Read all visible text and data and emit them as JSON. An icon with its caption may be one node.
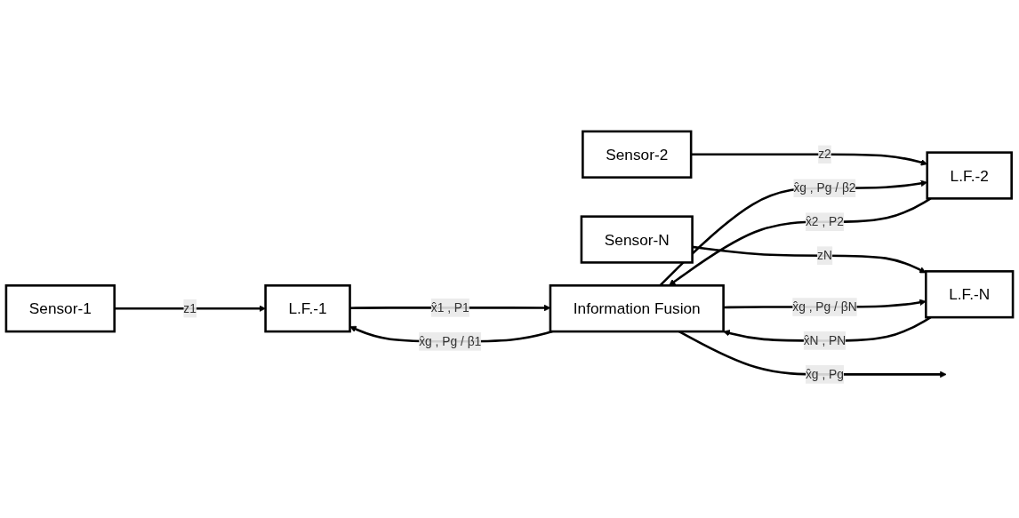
{
  "diagram": {
    "nodes": [
      {
        "text": [
          "Sensor-1"
        ]
      },
      {
        "text": [
          "L.F.-1"
        ]
      },
      {
        "text": [
          "Information Fusion"
        ]
      },
      {
        "text": [
          "Sensor-2"
        ]
      },
      {
        "text": [
          "L.F.-2"
        ]
      },
      {
        "text": [
          "Sensor-N"
        ]
      },
      {
        "text": [
          "L.F.-N"
        ]
      }
    ],
    "edges": [
      {
        "from": 0,
        "to": 1,
        "arrow": "to",
        "label": "z1"
      },
      {
        "from": 1,
        "to": 2,
        "arrow": "to",
        "label": "x̂1 , P1"
      },
      {
        "from": 2,
        "to": 1,
        "arrow": "to",
        "label": "x̂g , Pg / β1"
      },
      {
        "from": 3,
        "to": 4,
        "arrow": "to",
        "label": "z2"
      },
      {
        "from": 4,
        "to": 2,
        "arrow": "to",
        "label": "x̂2 , P2"
      },
      {
        "from": 2,
        "to": 4,
        "arrow": "to",
        "label": "x̂g , Pg / β2"
      },
      {
        "from": 5,
        "to": 6,
        "arrow": "to",
        "label": "zN"
      },
      {
        "from": 6,
        "to": 2,
        "arrow": "to",
        "label": "x̂N , PN"
      },
      {
        "from": 2,
        "to": 6,
        "arrow": "to",
        "label": "x̂g , Pg / βN"
      },
      {
        "from": 2,
        "to": null,
        "arrow": "to",
        "label": "x̂g , Pg"
      }
    ]
  }
}
